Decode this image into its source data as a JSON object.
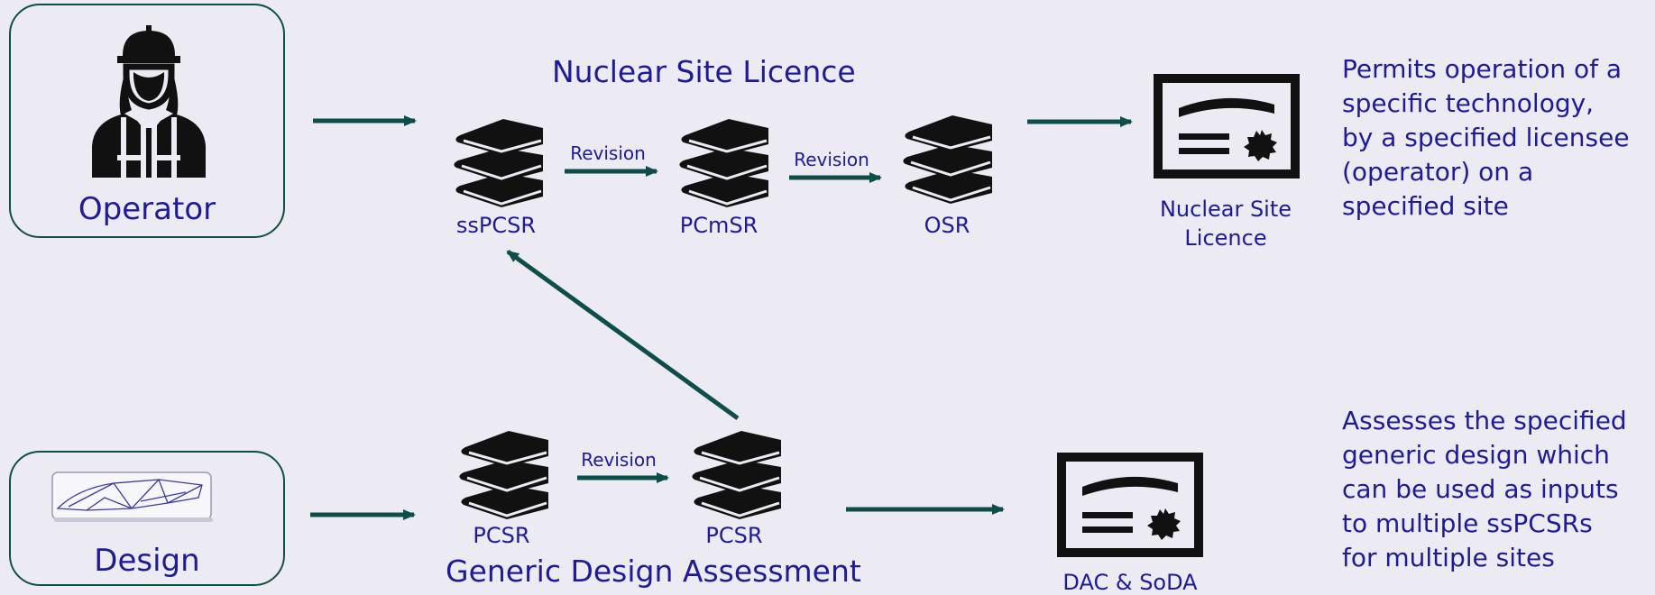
{
  "actors": {
    "operator": {
      "label": "Operator"
    },
    "design": {
      "label": "Design"
    }
  },
  "top": {
    "title": "Nuclear Site Licence",
    "docs": [
      "ssPCSR",
      "PCmSR",
      "OSR"
    ],
    "revision1": "Revision",
    "revision2": "Revision",
    "certificate_label": "Nuclear Site Licence",
    "description": [
      "Permits operation of a",
      "specific technology,",
      "by a specified licensee",
      "(operator) on a",
      "specified site"
    ]
  },
  "bottom": {
    "title": "Generic Design Assessment",
    "docs": [
      "PCSR",
      "PCSR"
    ],
    "revision1": "Revision",
    "certificate_label": "DAC & SoDA",
    "description": [
      "Assesses the specified",
      "generic design which",
      "can be used as inputs",
      "to multiple ssPCSRs",
      "for multiple sites"
    ]
  },
  "colors": {
    "arrow": "#0d4d4a",
    "text": "#1f1a96",
    "icon": "#111111",
    "background": "#ecebf3"
  },
  "icons": [
    "worker-icon",
    "book-stack-icon",
    "certificate-icon",
    "design-sketch-icon"
  ]
}
